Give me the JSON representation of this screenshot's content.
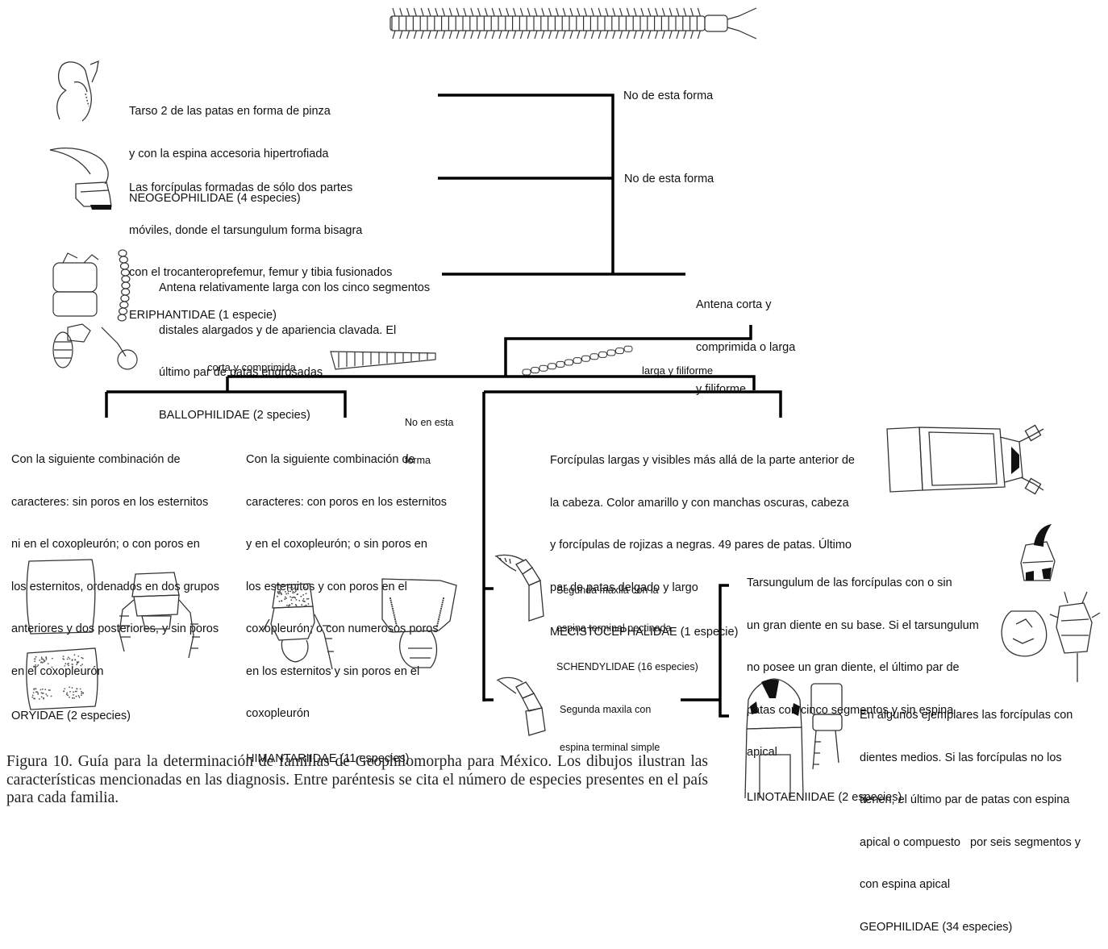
{
  "nodes": {
    "neogeophilidae": {
      "lines": [
        "Tarso 2 de las patas en forma de pinza",
        "y con la espina accesoria hipertrofiada"
      ],
      "family": "NEOGEOPHILIDAE (4 especies)"
    },
    "eriphantidae": {
      "lines": [
        "Las forcípulas formadas de sólo dos partes",
        "móviles, donde el tarsungulum forma bisagra",
        "con el trocanteroprefemur, femur y tibia fusionados"
      ],
      "family": "ERIPHANTIDAE (1 especie)"
    },
    "ballophilidae": {
      "lines": [
        "Antena relativamente larga con los cinco segmentos",
        "distales alargados y de apariencia clavada. El",
        "último par de patas engrosadas"
      ],
      "family": "BALLOPHILIDAE (2 species)"
    },
    "oryidae": {
      "lines": [
        "Con la siguiente combinación de",
        "caracteres: sin poros en los esternitos",
        "ni en el coxopleurón; o con poros en",
        "los esternitos, ordenados en dos grupos",
        "anteriores y dos posteriores, y sin poros",
        "en el coxopleurón"
      ],
      "family": "ORYIDAE (2 especies)"
    },
    "himantariidae": {
      "lines": [
        "Con la siguiente combinación de",
        "caracteres: con poros en los esternitos",
        "y en el coxopleurón; o sin poros en",
        "los esternitos y con poros en el",
        "coxopleurón; o con numerosos poros",
        "en los esternitos y sin poros en el",
        "coxopleurón"
      ],
      "family": "HIMANTARIIDAE (11 especies)"
    },
    "mecistocephalidae": {
      "lines": [
        "Forcípulas largas y visibles más allá de la parte anterior de",
        "la cabeza. Color amarillo y con manchas oscuras, cabeza",
        "y forcípulas de rojizas a negras. 49 pares de patas. Último",
        "par de patas delgado y largo"
      ],
      "family": "MECISTOCEPHALIDAE (1 especie)"
    },
    "schendylidae": {
      "lines": [
        "Segunda maxila con la",
        "espina terminal pectinada"
      ],
      "family": "SCHENDYLIDAE (16 especies)"
    },
    "linotaeniidae": {
      "lines": [
        "Tarsungulum de las forcípulas con o sin",
        "un gran diente en su base. Si el tarsungulum",
        "no posee un gran diente, el último par de",
        "patas con cinco segmentos y sin espina",
        "apical"
      ],
      "family": "LINOTAENIIDAE (2 especies)"
    },
    "geophilidae": {
      "lines": [
        "En algunos ejemplares las forcípulas con",
        "dientes medios. Si las forcípulas no los",
        "tienen, el último par de patas con espina",
        "apical o compuesto   por seis segmentos y",
        "con espina apical"
      ],
      "family": "GEOPHILIDAE (34 especies)"
    }
  },
  "branch_labels": {
    "no_forma_1": "No de esta forma",
    "no_forma_2": "No de esta forma",
    "antena_corta": [
      "Antena corta y",
      "comprimida o larga",
      "y filiforme"
    ],
    "corta_comprimida": "corta y comprimida",
    "larga_filiforme": "larga y filiforme",
    "no_en_esta_forma": [
      "No en esta",
      "forma"
    ],
    "segunda_maxila_simple": [
      "Segunda maxila con",
      "espina terminal simple"
    ]
  },
  "caption": "Figura 10. Guía para la determinación de familias de Geophilomorpha para México. Los dibujos ilustran las características mencionadas en las diagnosis. Entre paréntesis se cita el número de especies presentes en el país para cada familia.",
  "colors": {
    "line": "#000000",
    "text": "#111111",
    "drawing": "#333333"
  }
}
